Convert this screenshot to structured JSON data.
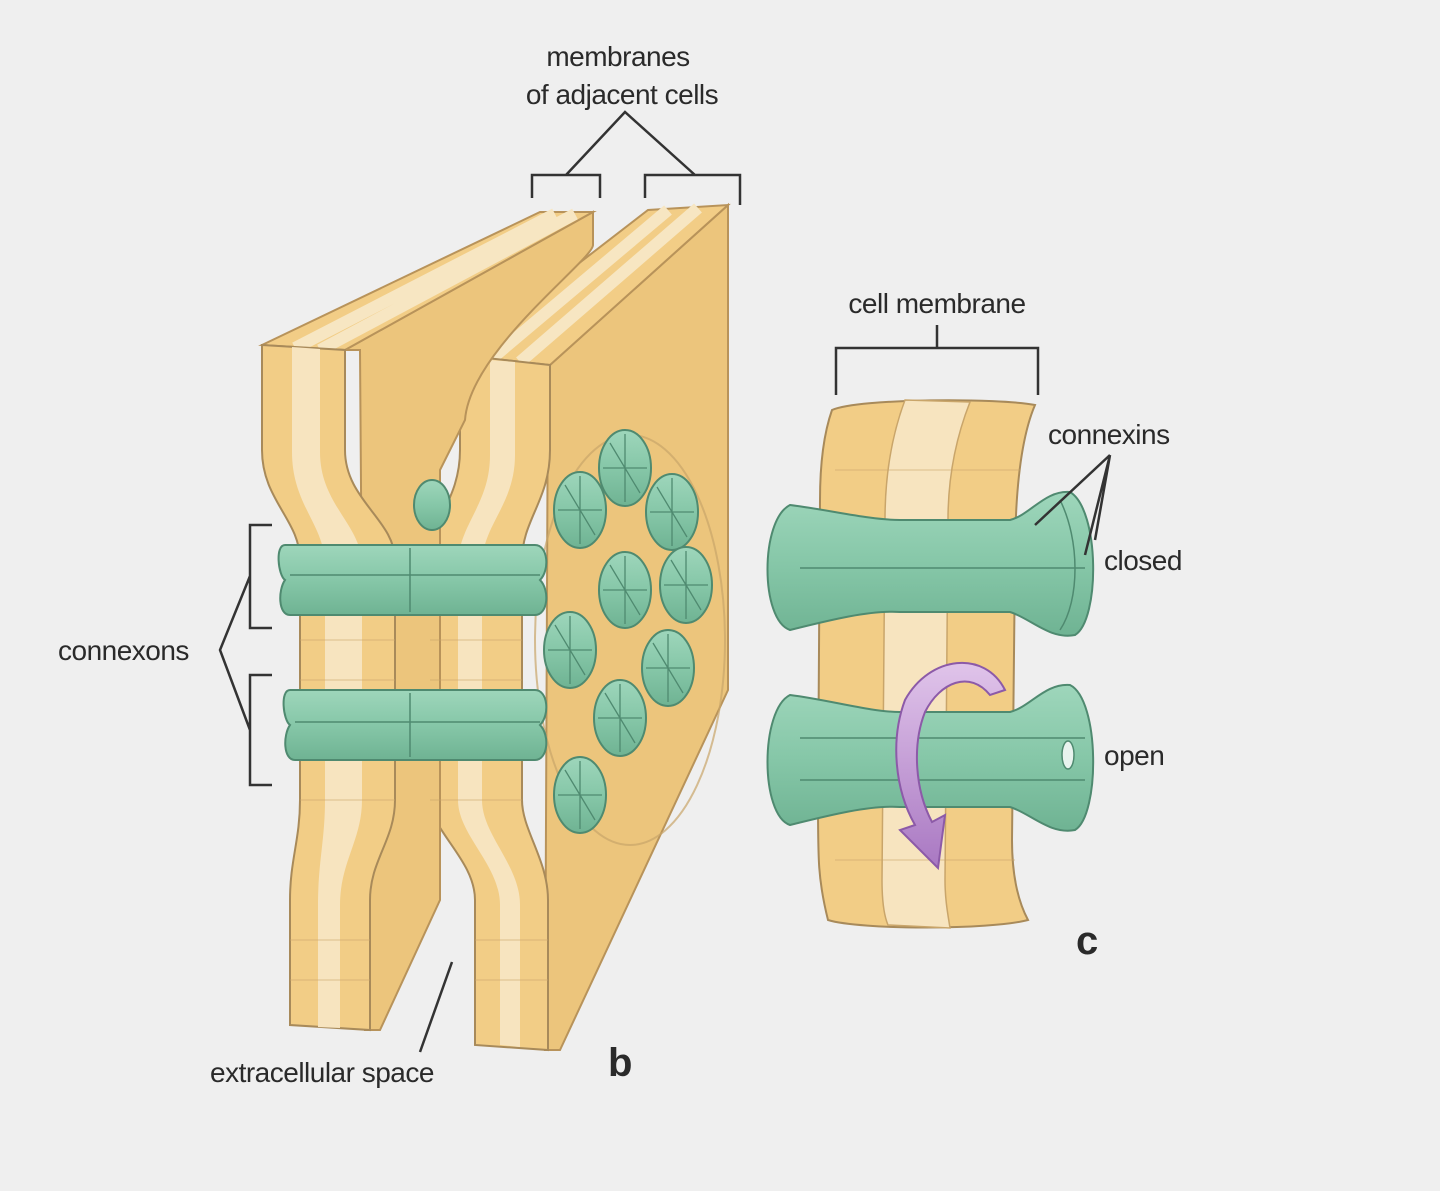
{
  "labels": {
    "membranes_line1": "membranes",
    "membranes_line2": "of adjacent cells",
    "cell_membrane": "cell membrane",
    "connexins": "connexins",
    "closed": "closed",
    "open": "open",
    "connexons": "connexons",
    "extracellular_space": "extracellular space",
    "panel_b": "b",
    "panel_c": "c"
  },
  "colors": {
    "background": "#efefef",
    "membrane_outer": "#f2cd86",
    "membrane_inner": "#f6e3bc",
    "membrane_face": "#ecc57c",
    "connexon": "#86c7a8",
    "connexon_dark": "#5e9f83",
    "arrow": "#c59ad6"
  }
}
